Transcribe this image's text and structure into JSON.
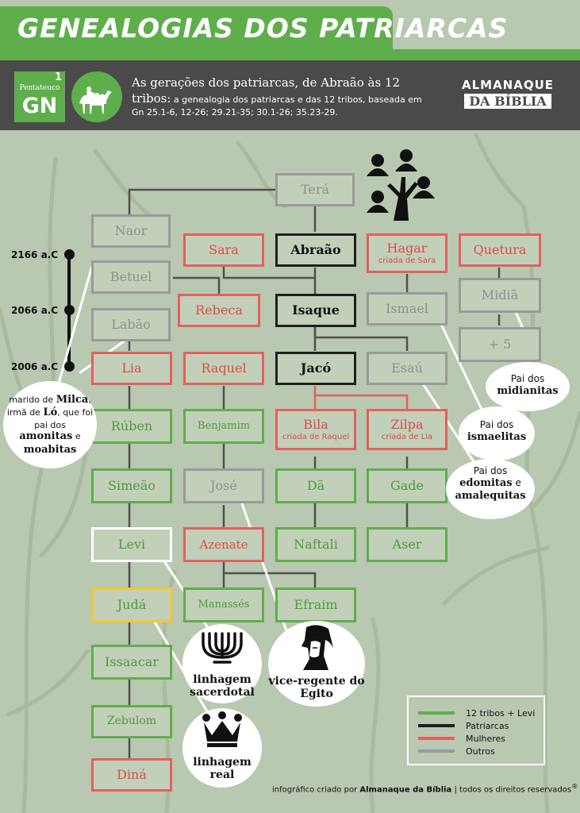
{
  "title": "GENEALOGIAS DOS PATRIARCAS",
  "badge": {
    "book_number": "1",
    "book_label": "Pentateuco",
    "book_code": "GN"
  },
  "header": {
    "headline": "As gerações dos patriarcas, de Abraão às 12 tribos:",
    "description": "a genealogia dos patriarcas e das 12 tribos, baseada em Gn 25.1-6, 12-26; 29.21-35; 30.1-26; 35.23-29."
  },
  "brand": {
    "line1": "ALMANAQUE",
    "line2": "DA BÍBLIA"
  },
  "colors": {
    "tribo": "#5fae4c",
    "patriarca": "#1f1f1f",
    "mulher": "#e36060",
    "outro": "#9a9a9a",
    "juda": "#f2c832",
    "levi": "#ffffff"
  },
  "nodes": {
    "tera": {
      "name": "Terá"
    },
    "naor": {
      "name": "Naor"
    },
    "betuel": {
      "name": "Betuel"
    },
    "labao": {
      "name": "Labão"
    },
    "sara": {
      "name": "Sara"
    },
    "abraao": {
      "name": "Abraão"
    },
    "hagar": {
      "name": "Hagar",
      "note": "criada de Sara"
    },
    "quetura": {
      "name": "Quetura"
    },
    "rebeca": {
      "name": "Rebeca"
    },
    "isaque": {
      "name": "Isaque"
    },
    "ismael": {
      "name": "Ismael"
    },
    "midia": {
      "name": "Midiã"
    },
    "mais5": {
      "name": "+ 5"
    },
    "lia": {
      "name": "Lia"
    },
    "raquel": {
      "name": "Raquel"
    },
    "jaco": {
      "name": "Jacó"
    },
    "esau": {
      "name": "Esaú"
    },
    "ruben": {
      "name": "Rúben"
    },
    "benjamim": {
      "name": "Benjamim"
    },
    "bila": {
      "name": "Bila",
      "note": "criada de Raquel"
    },
    "zilpa": {
      "name": "Zilpa",
      "note": "criada de Lia"
    },
    "simeao": {
      "name": "Simeão"
    },
    "jose": {
      "name": "José"
    },
    "da": {
      "name": "Dã"
    },
    "gade": {
      "name": "Gade"
    },
    "levi": {
      "name": "Levi"
    },
    "azenate": {
      "name": "Azenate"
    },
    "naftali": {
      "name": "Naftali"
    },
    "aser": {
      "name": "Aser"
    },
    "juda": {
      "name": "Judá"
    },
    "manasses": {
      "name": "Manassés"
    },
    "efraim": {
      "name": "Efraim"
    },
    "issaacar": {
      "name": "Issaacar"
    },
    "zebulom": {
      "name": "Zebulom"
    },
    "dina": {
      "name": "Diná"
    }
  },
  "timeline": [
    "2166 a.C",
    "2066 a.C",
    "2006 a.C"
  ],
  "bubbles": {
    "naor_prefix": "marido de ",
    "naor_milca": "Milca",
    "naor_mid1": ", irmã de ",
    "naor_lo": "Ló",
    "naor_mid2": ", que foi pai dos",
    "naor_amonitas": "amonitas",
    "naor_e": " e",
    "naor_moabitas": "moabitas",
    "midia_prefix": "Pai dos",
    "midia_bold": "midianitas",
    "ismael_prefix": "Pai dos",
    "ismael_bold": "ismaelitas",
    "esau_prefix": "Pai dos",
    "esau_bold1": "edomitas",
    "esau_e": " e",
    "esau_bold2": "amalequitas",
    "levi_text": "linhagem sacerdotal",
    "jose_text": "vice-regente do Egito",
    "juda_text": "linhagem real"
  },
  "legend": {
    "items": [
      {
        "label": "12 tribos + Levi",
        "color": "#5fae4c"
      },
      {
        "label": "Patriarcas",
        "color": "#1f1f1f"
      },
      {
        "label": "Mulheres",
        "color": "#e36060"
      },
      {
        "label": "Outros",
        "color": "#9a9a9a"
      }
    ]
  },
  "credit": {
    "prefix": "infográfico criado por ",
    "brand": "Almanaque da Bíblia",
    "suffix": " | todos os direitos reservados",
    "mark": "®"
  }
}
